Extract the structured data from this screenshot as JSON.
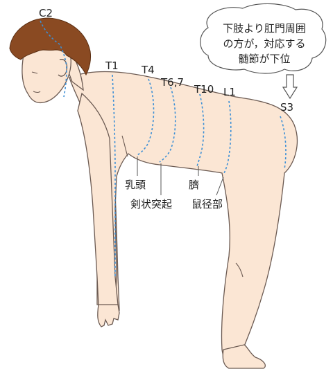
{
  "labels": {
    "c2": "C2",
    "t1": "T1",
    "t4": "T4",
    "t67": "T6,7",
    "t10": "T10",
    "l1": "L1",
    "s3": "S3",
    "nipple": "乳頭",
    "xiphoid": "剣状突起",
    "navel": "臍",
    "groin": "鼠径部"
  },
  "callout": {
    "line1": "下肢より肛門周囲",
    "line2": "の方が，対応する",
    "line3": "髄節が下位"
  },
  "colors": {
    "skin": "#fbe6d4",
    "hair": "#8a4a22",
    "dermatome_line": "#3b8fd6",
    "outline": "#6b5a52"
  }
}
